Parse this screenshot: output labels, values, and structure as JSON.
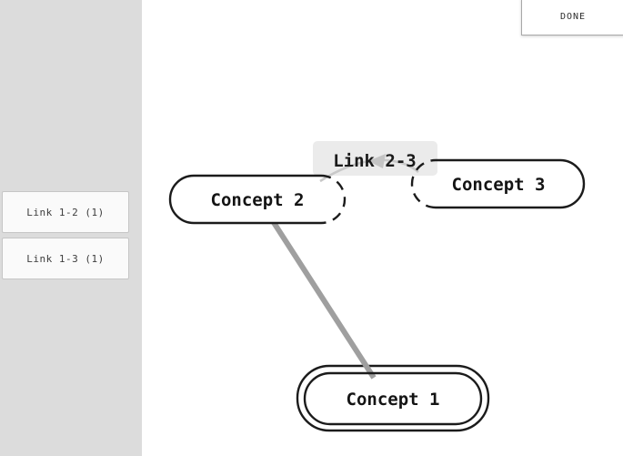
{
  "window": {
    "done_button": "DONE"
  },
  "sidebar": {
    "buttons": [
      {
        "label": "Link 1-2 (1)"
      },
      {
        "label": "Link 1-3 (1)"
      }
    ]
  },
  "map": {
    "nodes": [
      {
        "label": "Concept 1",
        "selected": true
      },
      {
        "label": "Concept 2",
        "selected": false
      },
      {
        "label": "Concept 3",
        "selected": false
      }
    ],
    "edges": [
      {
        "from": "Concept 2",
        "to": "Concept 3",
        "label": "Link 2-3",
        "style": "light-gray, arrow pointing toward Concept 2, dashed attachment arcs"
      },
      {
        "from": "Concept 2",
        "to": "Concept 1",
        "label": "",
        "style": "thick gray line"
      }
    ]
  },
  "colors": {
    "sidebar_bg": "#dcdcdc",
    "button_bg": "#fafafa",
    "button_border": "#c6c6c6",
    "node_border": "#1b1b1b",
    "link_label_bg": "#ebebeb",
    "edge_thick_gray": "#9f9f9f",
    "edge_link_gray": "#c8c8c8"
  }
}
